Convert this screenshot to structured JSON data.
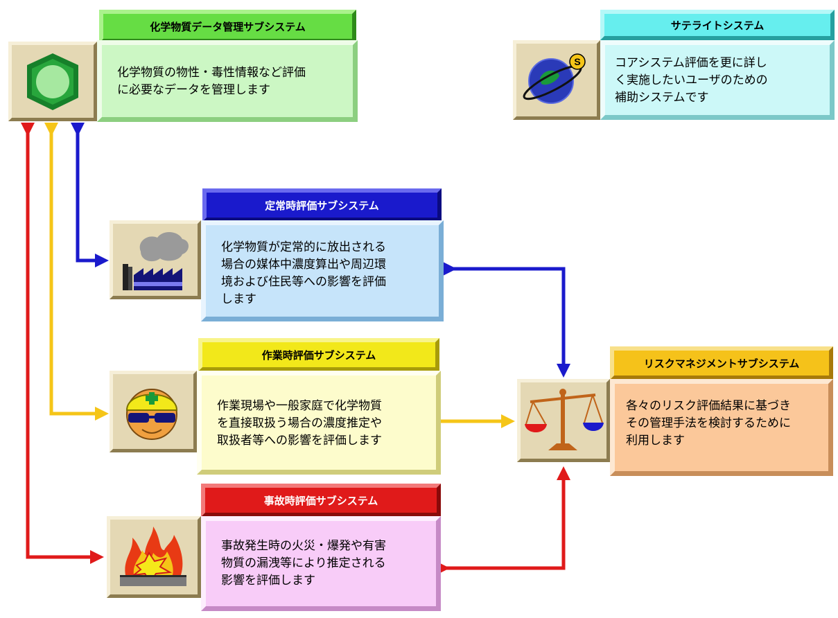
{
  "colors": {
    "chem": "#66dd44",
    "satellite": "#66eeee",
    "normal": "#1a1acc",
    "work": "#f2e81a",
    "accident": "#e01a1a",
    "risk": "#f5c21a",
    "arrow_blue": "#1a1acc",
    "arrow_yellow": "#f5c518",
    "arrow_red": "#e01a1a"
  },
  "chem_data": {
    "title": "化学物質データ管理サブシステム",
    "lines": [
      "化学物質の物性・毒性情報など評価",
      "に必要なデータを管理します"
    ],
    "icon": "hexagon-icon"
  },
  "satellite": {
    "title": "サテライトシステム",
    "lines": [
      "コアシステム評価を更に詳し",
      "く実施したいユーザのための",
      "補助システムです"
    ],
    "icon": "globe-satellite-icon",
    "badge": "S"
  },
  "normal": {
    "title": "定常時評価サブシステム",
    "lines": [
      "化学物質が定常的に放出される",
      "場合の媒体中濃度算出や周辺環",
      "境および住民等への影響を評価",
      "します"
    ],
    "icon": "factory-icon"
  },
  "work": {
    "title": "作業時評価サブシステム",
    "lines": [
      "作業現場や一般家庭で化学物質",
      "を直接取扱う場合の濃度推定や",
      "取扱者等への影響を評価します"
    ],
    "icon": "worker-helmet-icon"
  },
  "accident": {
    "title": "事故時評価サブシステム",
    "lines": [
      "事故発生時の火災・爆発や有害",
      "物質の漏洩等により推定される",
      "影響を評価します"
    ],
    "icon": "fire-explosion-icon"
  },
  "risk": {
    "title": "リスクマネジメントサブシステム",
    "lines": [
      "各々のリスク評価結果に基づき",
      "その管理手法を検討するために",
      "利用します"
    ],
    "icon": "balance-scale-icon"
  }
}
